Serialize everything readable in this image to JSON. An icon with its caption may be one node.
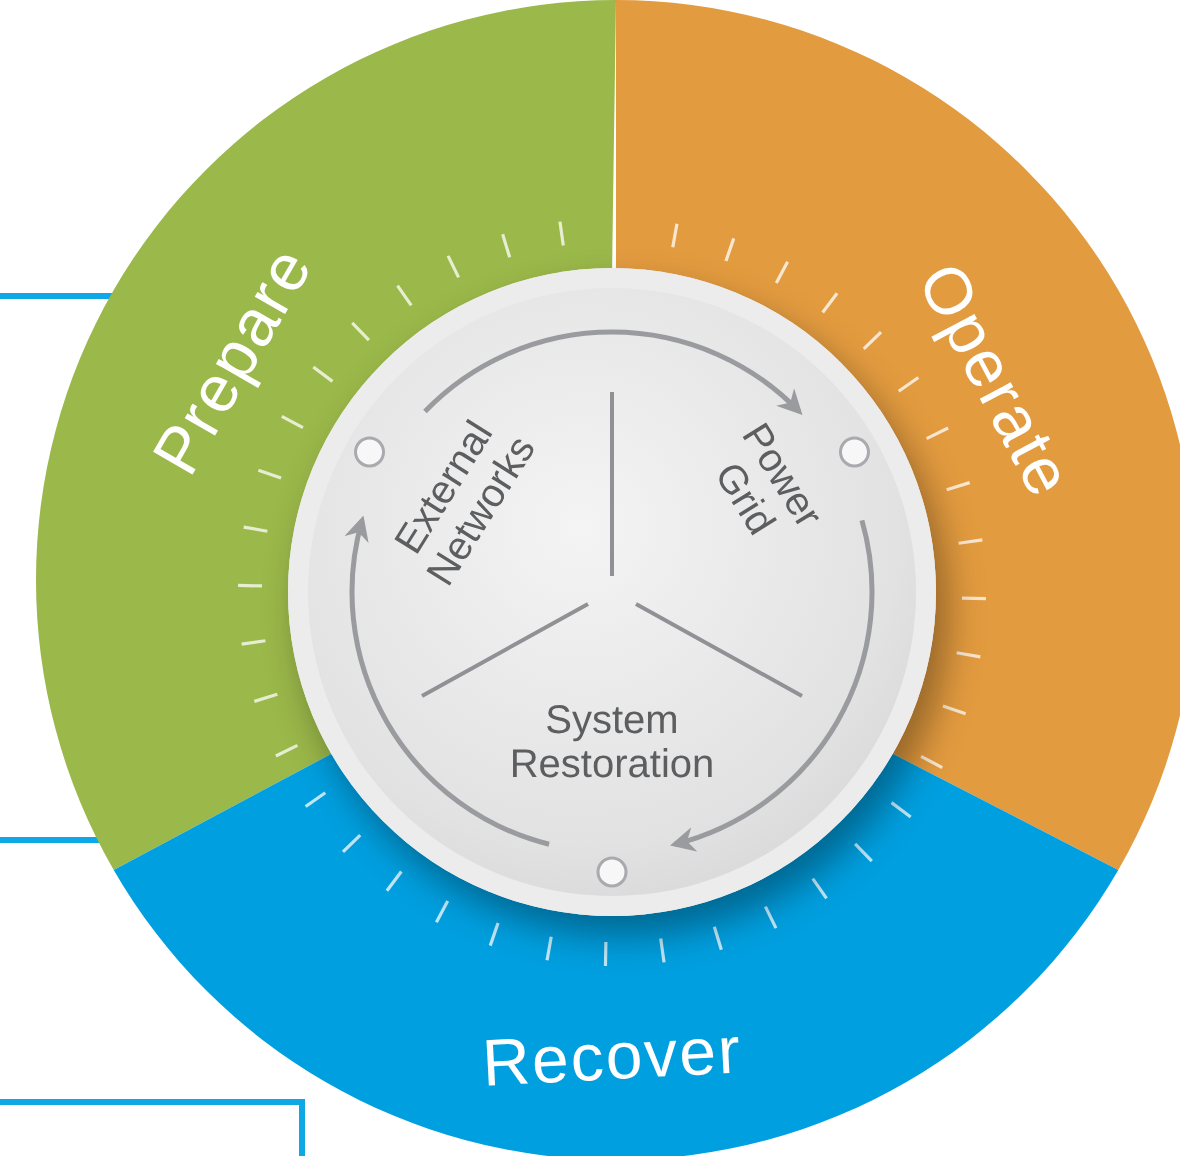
{
  "diagram": {
    "nodes": [
      {
        "text": [
          "Prepare"
        ]
      },
      {
        "text": [
          "Operate"
        ]
      },
      {
        "text": [
          "Recover"
        ]
      },
      {
        "text": [
          "External Networks"
        ]
      },
      {
        "text": [
          "Power Grid"
        ]
      },
      {
        "text": [
          "System Restoration"
        ]
      }
    ],
    "edges": [
      {
        "from": 3,
        "to": 4,
        "arrow": "to"
      },
      {
        "from": 4,
        "to": 5,
        "arrow": "to"
      },
      {
        "from": 5,
        "to": 3,
        "arrow": "to"
      },
      {
        "from": null,
        "to": 0,
        "arrow": "none",
        "color": "#0fa8e6"
      },
      {
        "from": null,
        "to": 0,
        "arrow": "none",
        "color": "#0fa8e6"
      }
    ]
  }
}
